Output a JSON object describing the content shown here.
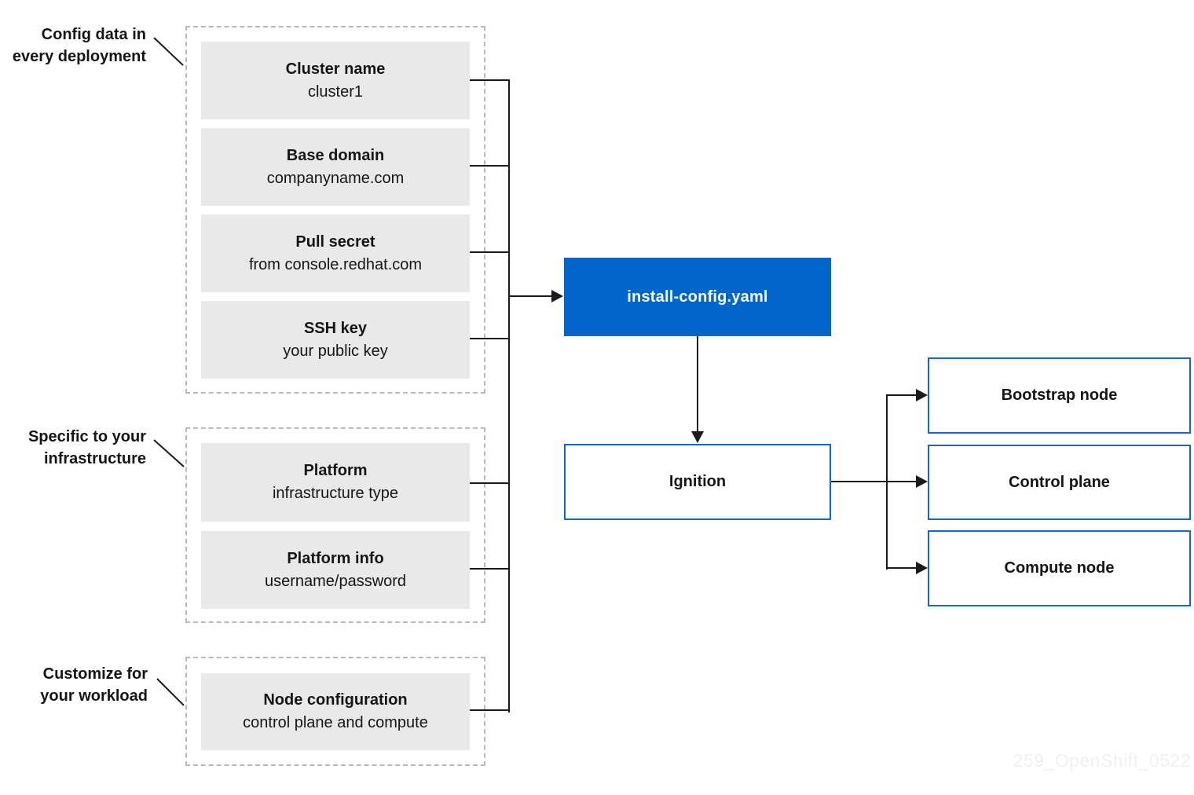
{
  "labels": {
    "group1": {
      "line1": "Config data in",
      "line2": "every deployment"
    },
    "group2": {
      "line1": "Specific to your",
      "line2": "infrastructure"
    },
    "group3": {
      "line1": "Customize for",
      "line2": "your workload"
    }
  },
  "config_items": [
    {
      "title": "Cluster name",
      "subtitle": "cluster1"
    },
    {
      "title": "Base domain",
      "subtitle": "companyname.com"
    },
    {
      "title": "Pull secret",
      "subtitle": "from console.redhat.com"
    },
    {
      "title": "SSH key",
      "subtitle": "your public key"
    }
  ],
  "infra_items": [
    {
      "title": "Platform",
      "subtitle": "infrastructure type"
    },
    {
      "title": "Platform info",
      "subtitle": "username/password"
    }
  ],
  "workload_items": [
    {
      "title": "Node configuration",
      "subtitle": "control plane and compute"
    }
  ],
  "nodes": {
    "install_config": "install-config.yaml",
    "ignition": "Ignition",
    "bootstrap": "Bootstrap node",
    "control_plane": "Control plane",
    "compute": "Compute node"
  },
  "watermark": "259_OpenShift_0522",
  "colors": {
    "blue_fill": "#0066cc",
    "blue_border": "#1466cc",
    "gray_box": "#e9e9e9",
    "dashed_border": "#b9b9b9",
    "line": "#1a1a1a",
    "text": "#151515",
    "watermark": "#f0f0f0"
  }
}
